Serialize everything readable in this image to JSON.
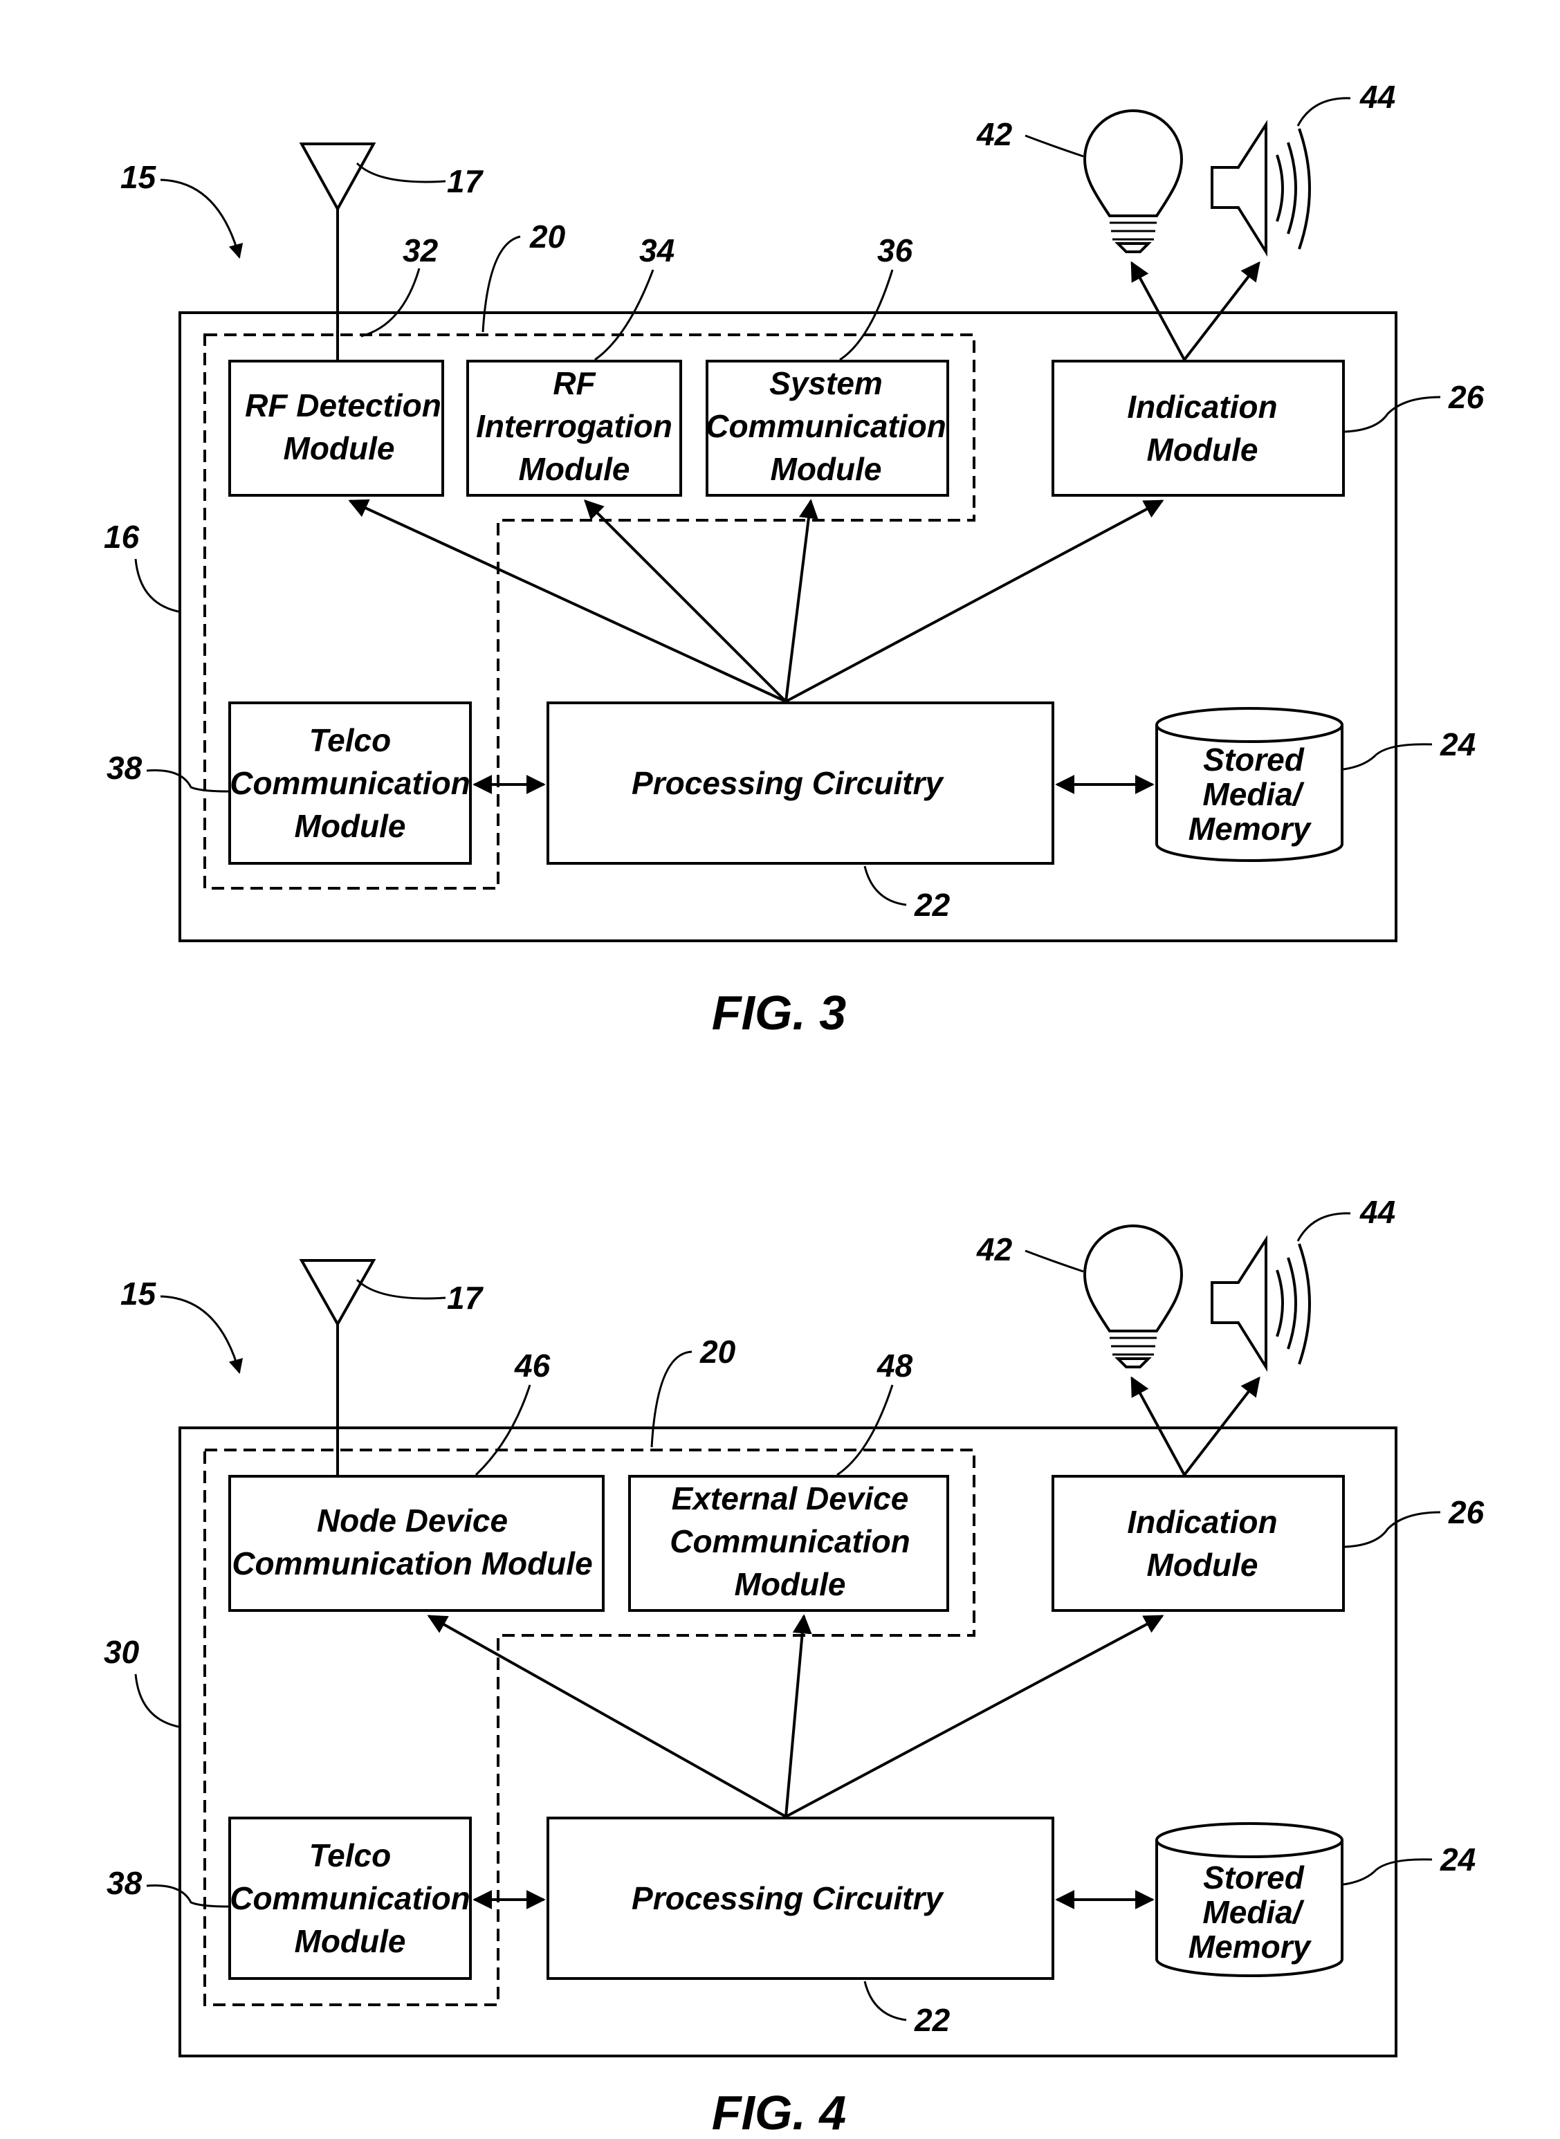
{
  "fig3": {
    "caption": "FIG. 3",
    "refs": {
      "r15": "15",
      "r16": "16",
      "r17": "17",
      "r20": "20",
      "r22": "22",
      "r24": "24",
      "r26": "26",
      "r32": "32",
      "r34": "34",
      "r36": "36",
      "r38": "38",
      "r42": "42",
      "r44": "44"
    },
    "rf_detection": {
      "l1": "RF Detection",
      "l2": "Module"
    },
    "rf_interrogation": {
      "l1": "RF",
      "l2": "Interrogation",
      "l3": "Module"
    },
    "system_comm": {
      "l1": "System",
      "l2": "Communication",
      "l3": "Module"
    },
    "indication": {
      "l1": "Indication",
      "l2": "Module"
    },
    "telco": {
      "l1": "Telco",
      "l2": "Communication",
      "l3": "Module"
    },
    "processing": {
      "l1": "Processing Circuitry"
    },
    "stored": {
      "l1": "Stored",
      "l2": "Media/",
      "l3": "Memory"
    }
  },
  "fig4": {
    "caption": "FIG. 4",
    "refs": {
      "r15": "15",
      "r30": "30",
      "r17": "17",
      "r20": "20",
      "r22": "22",
      "r24": "24",
      "r26": "26",
      "r46": "46",
      "r48": "48",
      "r38": "38",
      "r42": "42",
      "r44": "44"
    },
    "node_device": {
      "l1": "Node Device",
      "l2": "Communication Module"
    },
    "external_device": {
      "l1": "External Device",
      "l2": "Communication",
      "l3": "Module"
    },
    "indication": {
      "l1": "Indication",
      "l2": "Module"
    },
    "telco": {
      "l1": "Telco",
      "l2": "Communication",
      "l3": "Module"
    },
    "processing": {
      "l1": "Processing Circuitry"
    },
    "stored": {
      "l1": "Stored",
      "l2": "Media/",
      "l3": "Memory"
    }
  }
}
